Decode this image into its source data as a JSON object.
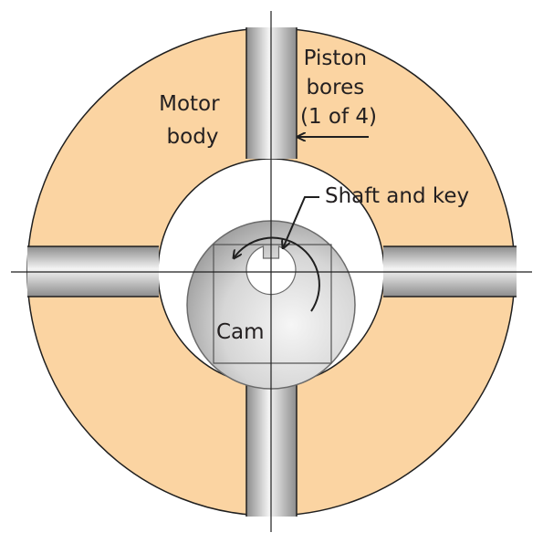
{
  "labels": {
    "motor_body": [
      "Motor",
      "body"
    ],
    "piston_bores": [
      "Piston",
      "bores",
      "(1 of 4)"
    ],
    "shaft_and_key": "Shaft and key",
    "cam": "Cam"
  },
  "colors": {
    "motor_body_fill": "#fbd4a2",
    "outline": "#1f1f1f",
    "bore_light": "#f2f2f2",
    "bore_dark": "#8c8c8c",
    "cam_light": "#f4f4f4",
    "cam_dark": "#9a9a9a",
    "text": "#231f20"
  }
}
